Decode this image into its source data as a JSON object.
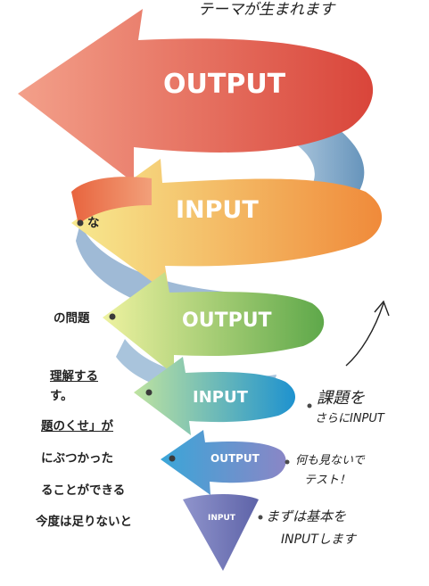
{
  "top_note": "テーマが生まれます",
  "spiral_labels": [
    "OUTPUT",
    "INPUT",
    "OUTPUT",
    "INPUT",
    "OUTPUT",
    "INPUT"
  ],
  "body_lines": [
    {
      "text": "な",
      "underline": false
    },
    {
      "text": "の問題",
      "underline": false
    },
    {
      "text": "理解する",
      "underline": true
    },
    {
      "text": "す。",
      "underline": false
    },
    {
      "text": "題のくせ」が",
      "underline": true
    },
    {
      "text": "にぶつかった",
      "underline": false
    },
    {
      "text": "ることができる",
      "underline": false
    },
    {
      "text": "今度は足りないと",
      "underline": false
    }
  ],
  "annotations": [
    {
      "line1": "課題を",
      "line2": "さらにINPUT"
    },
    {
      "line1": "何も見ないで",
      "line2": "テスト！"
    },
    {
      "line1": "まずは基本を",
      "line2": "INPUTします"
    }
  ],
  "colors": {
    "output_top": "#e8694a",
    "input_2": "#f0a23c",
    "output_3": "#8cc14a",
    "input_4": "#22a7d6",
    "output_5": "#2f8bc9",
    "input_6": "#6e74b8"
  }
}
